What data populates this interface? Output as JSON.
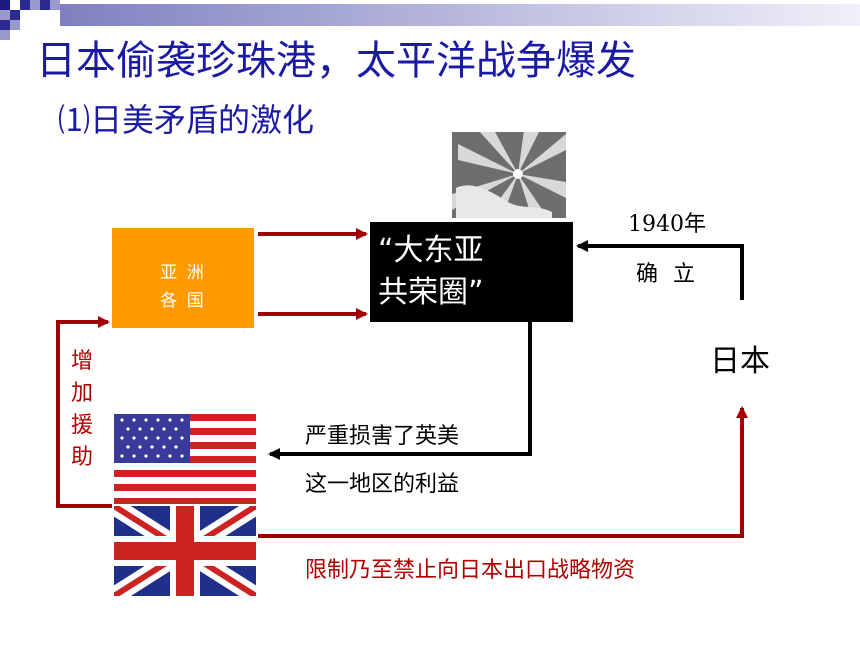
{
  "title": "日本偷袭珍珠港，太平洋战争爆发",
  "subtitle": "⑴日美矛盾的激化",
  "asia_box": {
    "line1": "亚  洲",
    "line2": "各  国"
  },
  "sphere_box": {
    "line1": "“大东亚",
    "line2": "共荣圈”"
  },
  "year_label": "1940年",
  "establish_label": "确 立",
  "japan_label": "日本",
  "damage_text": {
    "line1": "严重损害了英美",
    "line2": "这一地区的利益"
  },
  "restrict_text": "限制乃至禁止向日本出口战略物资",
  "aid_text": "增加援助",
  "colors": {
    "title": "#1a1aa6",
    "arrow": "#a00000",
    "asia_box": "#ff9a00",
    "sphere_box": "#000000"
  },
  "icons": [
    "map-image",
    "us-flag-icon",
    "uk-flag-icon"
  ]
}
